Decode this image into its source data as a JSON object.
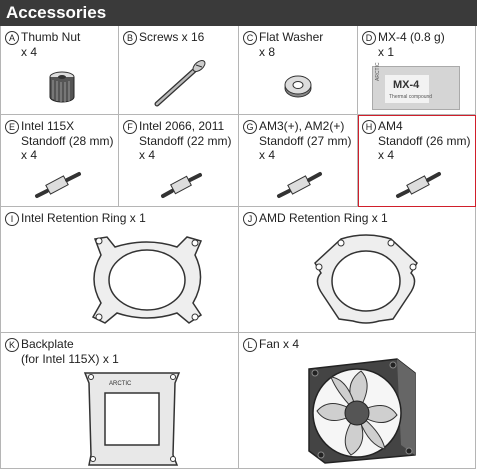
{
  "title": "Accessories",
  "items": [
    {
      "letter": "A",
      "name": "Thumb Nut",
      "qty": "x 4"
    },
    {
      "letter": "B",
      "name": "Screws x 16"
    },
    {
      "letter": "C",
      "name": "Flat Washer",
      "qty": "x 8"
    },
    {
      "letter": "D",
      "name": "MX-4 (0.8 g)",
      "qty": "x 1",
      "pack_text": "MX-4",
      "pack_sub": "Thermal compound",
      "brand": "ARCTIC"
    },
    {
      "letter": "E",
      "name": "Intel 115X",
      "name2": "Standoff (28 mm)",
      "qty": "x 4"
    },
    {
      "letter": "F",
      "name": "Intel 2066, 2011",
      "name2": "Standoff (22 mm)",
      "qty": "x 4"
    },
    {
      "letter": "G",
      "name": "AM3(+), AM2(+)",
      "name2": "Standoff (27 mm)",
      "qty": "x 4"
    },
    {
      "letter": "H",
      "name": "AM4",
      "name2": "Standoff (26 mm)",
      "qty": "x 4"
    },
    {
      "letter": "I",
      "name": "Intel Retention Ring x 1"
    },
    {
      "letter": "J",
      "name": "AMD Retention Ring x 1"
    },
    {
      "letter": "K",
      "name": "Backplate",
      "name2": "(for Intel 115X) x 1",
      "brand": "ARCTIC"
    },
    {
      "letter": "L",
      "name": "Fan x 4"
    }
  ],
  "colors": {
    "header_bg": "#3a3a3a",
    "highlight": "#d01f2b",
    "border": "#b5b5b5"
  }
}
